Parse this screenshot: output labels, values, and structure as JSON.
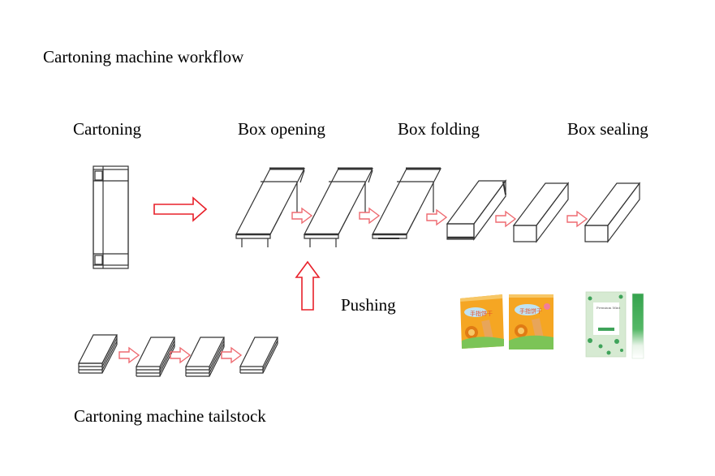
{
  "title": "Cartoning machine workflow",
  "stages": [
    {
      "id": "cartoning",
      "label": "Cartoning"
    },
    {
      "id": "box-opening",
      "label": "Box opening"
    },
    {
      "id": "box-folding",
      "label": "Box folding"
    },
    {
      "id": "box-sealing",
      "label": "Box sealing"
    }
  ],
  "pushing_label": "Pushing",
  "tailstock_label": "Cartoning machine tailstock",
  "colors": {
    "line": "#333333",
    "arrow": "#e8202a",
    "arrow_soft": "#ee6a70",
    "biscuit_box": "#f5a623",
    "biscuit_box_dark": "#e07b14",
    "mint_box": "#d6ead2",
    "mint_green": "#3fa35a"
  },
  "products": [
    {
      "name": "biscuit-box-front",
      "text": "手指饼干"
    },
    {
      "name": "biscuit-box-side",
      "text": "手指饼干"
    },
    {
      "name": "mint-box",
      "text": "Premium Mint"
    },
    {
      "name": "mint-stick",
      "text": ""
    }
  ]
}
